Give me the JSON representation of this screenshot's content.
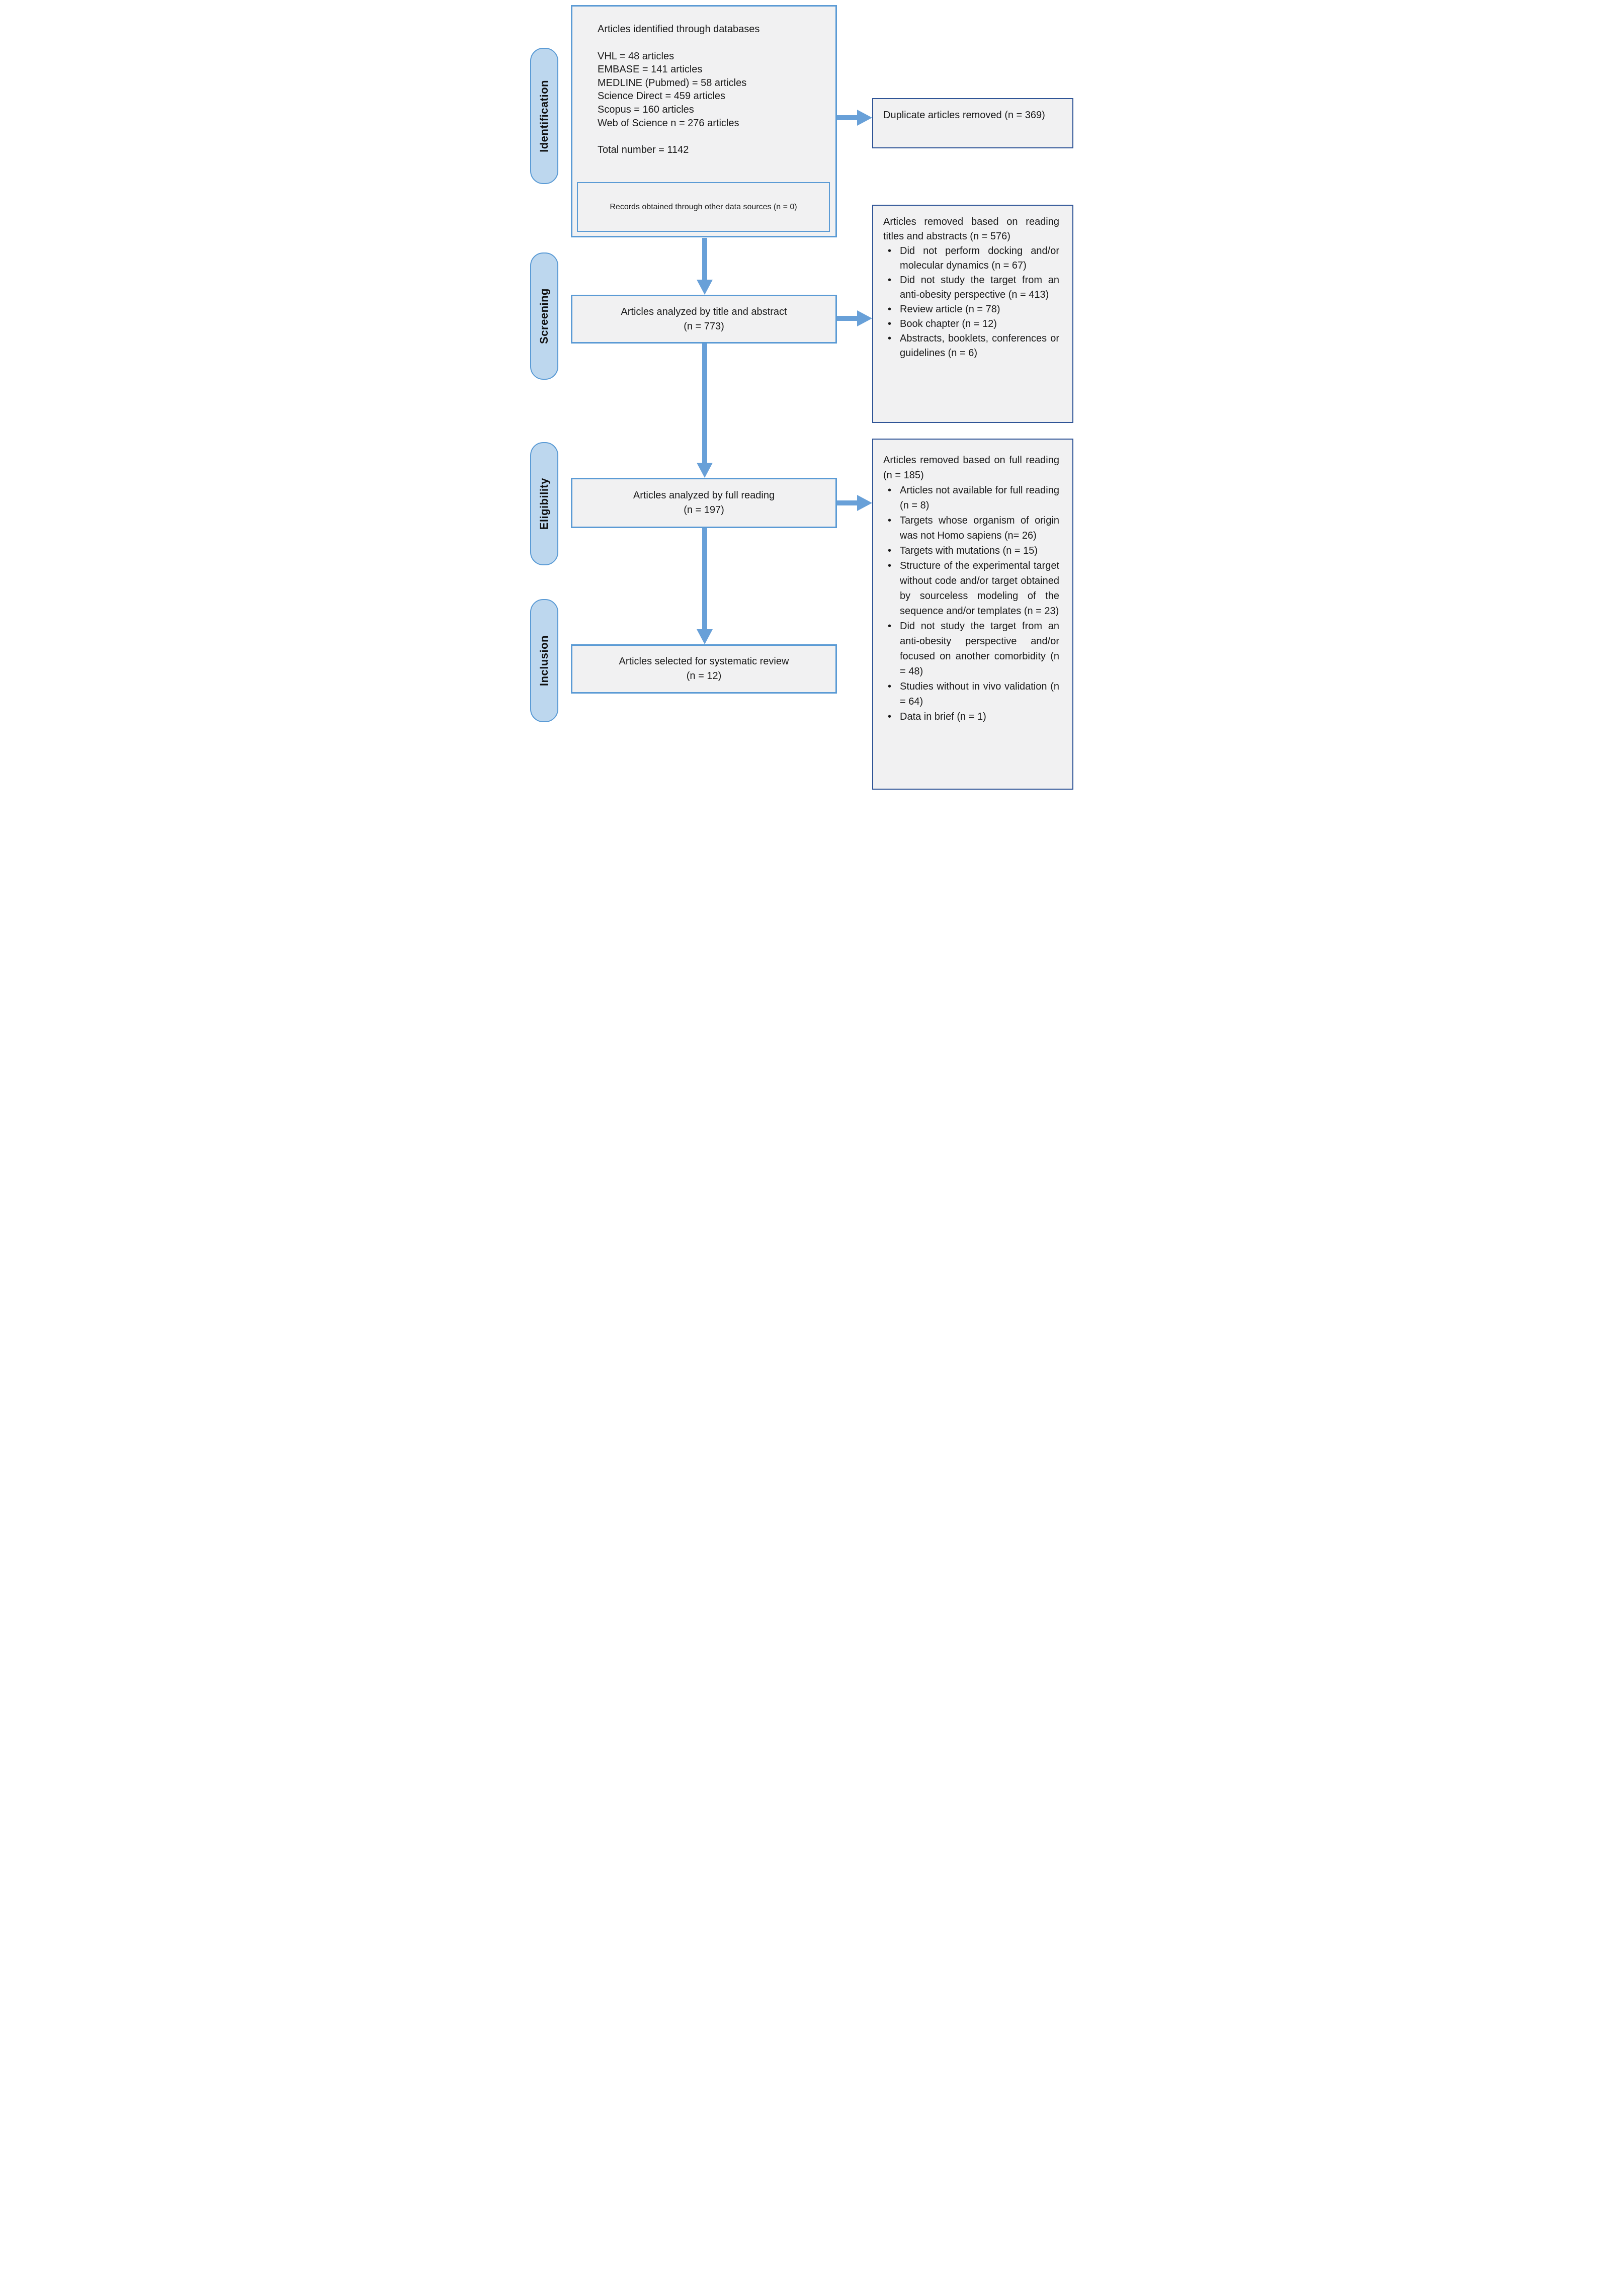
{
  "colors": {
    "light_blue_border": "#5B9BD5",
    "navy_border": "#2F5496",
    "pill_fill": "#BDD7EE",
    "box_fill": "#F1F1F2",
    "arrow_blue": "#68A0D8",
    "background": "#FFFFFF"
  },
  "sidebar": {
    "stages": [
      "Identification",
      "Screening",
      "Eligibility",
      "Inclusion"
    ]
  },
  "main": {
    "identification_box": {
      "title": "Articles identified through databases",
      "items": [
        "VHL = 48 articles",
        "EMBASE = 141 articles",
        "MEDLINE (Pubmed) = 58 articles",
        "Science Direct = 459 articles",
        "Scopus = 160 articles",
        "Web of Science n = 276 articles"
      ],
      "total": "Total number = 1142"
    },
    "records_box": {
      "text": "Records obtained through other data sources (n = 0)"
    },
    "screening_box": {
      "line1": "Articles analyzed by title and abstract",
      "line2": "(n = 773)"
    },
    "eligibility_box": {
      "line1": "Articles analyzed by full reading",
      "line2": "(n = 197)"
    },
    "inclusion_box": {
      "line1": "Articles selected for systematic review",
      "line2": "(n = 12)"
    }
  },
  "right": {
    "duplicates_box": {
      "text": "Duplicate articles removed (n = 369)"
    },
    "title_abstract_removed_box": {
      "heading": "Articles removed based on reading titles and abstracts (n = 576)",
      "bullets": [
        "Did not perform docking and/or molecular dynamics (n = 67)",
        "Did not study the target from an anti-obesity perspective (n = 413)",
        "Review article (n = 78)",
        "Book chapter (n = 12)",
        "Abstracts, booklets, conferences or guidelines (n = 6)"
      ]
    },
    "full_reading_removed_box": {
      "heading": "Articles removed based on full reading (n = 185)",
      "bullets": [
        "Articles not available for full reading (n = 8)",
        "Targets whose organism of origin was not Homo sapiens (n= 26)",
        "Targets with mutations (n = 15)",
        "Structure of the experimental target without code and/or target obtained by sourceless modeling of the sequence and/or templates (n = 23)",
        "Did not study the target from an anti-obesity perspective and/or focused on another comorbidity (n = 48)",
        "Studies without in vivo validation (n = 64)",
        "Data in brief (n = 1)"
      ]
    }
  }
}
